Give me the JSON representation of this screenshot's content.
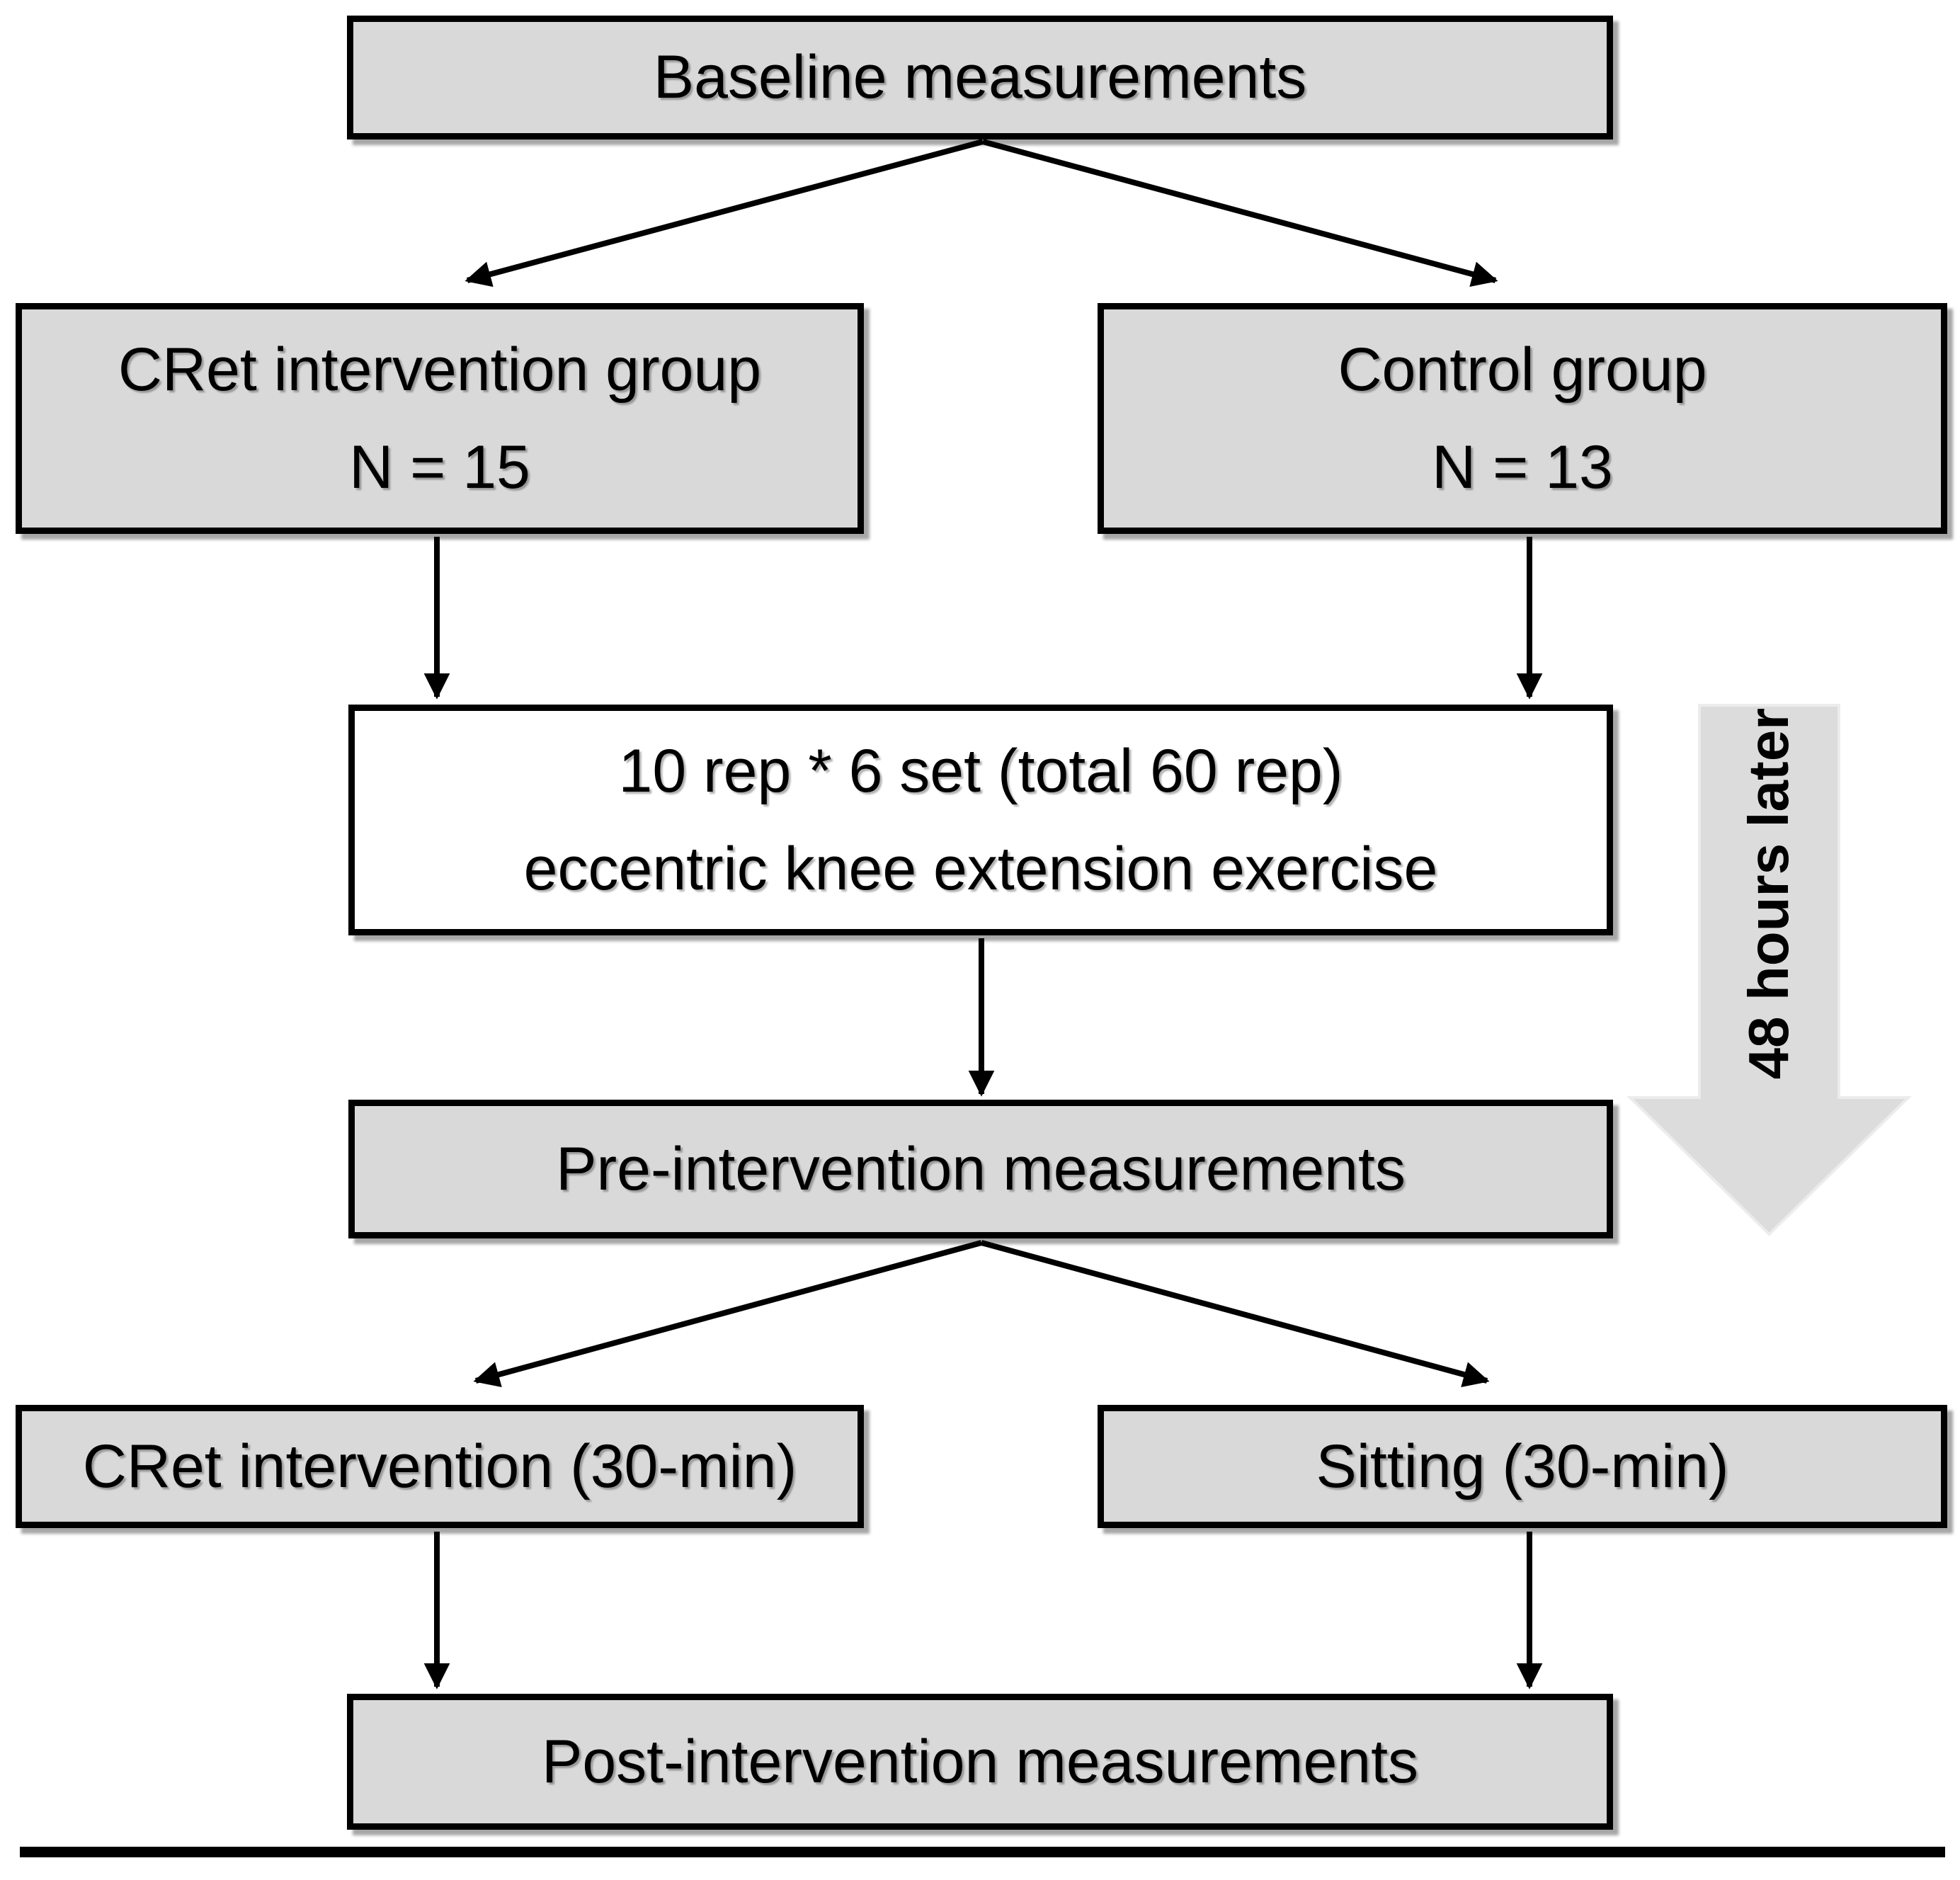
{
  "figure": {
    "type": "flowchart",
    "colors": {
      "background": "#ffffff",
      "box_fill": "#d9d9d9",
      "exercise_box_fill": "#ffffff",
      "box_border": "#000000",
      "connector": "#000000",
      "big_arrow_fill": "#dcdcdc",
      "big_arrow_outline": "#ececec",
      "bottom_rule": "#000000"
    },
    "nodes": {
      "baseline": {
        "label": "Baseline measurements"
      },
      "cret_group": {
        "line1": "CRet intervention group",
        "line2": "N = 15"
      },
      "control_group": {
        "line1": "Control group",
        "line2": "N = 13"
      },
      "exercise": {
        "line1": "10 rep * 6 set (total 60 rep)",
        "line2": "eccentric knee extension exercise"
      },
      "pre_measurements": {
        "label": "Pre-intervention measurements"
      },
      "cret_intervention": {
        "label": "CRet intervention (30-min)"
      },
      "sitting": {
        "label": "Sitting (30-min)"
      },
      "post_measurements": {
        "label": "Post-intervention measurements"
      }
    },
    "annotations": {
      "big_arrow_label": "48 hours later"
    }
  }
}
